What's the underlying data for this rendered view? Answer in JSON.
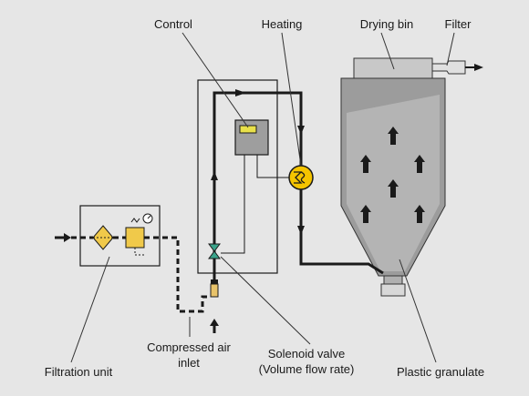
{
  "labels": {
    "control": "Control",
    "heating": "Heating",
    "drying_bin": "Drying bin",
    "filter": "Filter",
    "filtration_unit": "Filtration unit",
    "compressed_air_line1": "Compressed air",
    "compressed_air_line2": "inlet",
    "solenoid_line1": "Solenoid valve",
    "solenoid_line2": "(Volume flow rate)",
    "plastic_granulate": "Plastic granulate"
  },
  "colors": {
    "background": "#e6e6e6",
    "heater": "#f5c400",
    "solenoid": "#3aa38a",
    "filter_element": "#f0c94a",
    "bin": "#a8a8a8",
    "controller": "#9e9e9e",
    "display": "#e8e04a"
  }
}
